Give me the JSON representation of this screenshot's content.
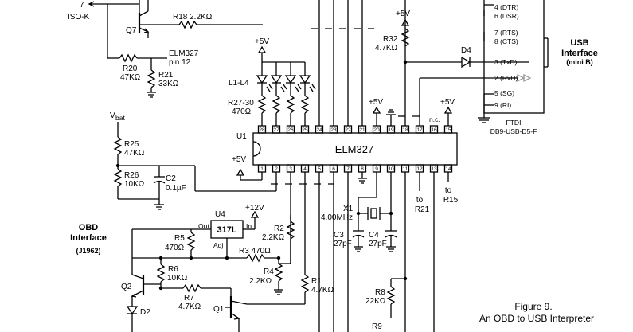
{
  "top": {
    "iso_num": "7",
    "iso_label": "ISO-K",
    "q7": "Q7",
    "r18": "R18 2.2KΩ"
  },
  "elm_pin": {
    "line1": "ELM327",
    "line2": "pin 12"
  },
  "r20": {
    "name": "R20",
    "value": "47KΩ"
  },
  "r21": {
    "name": "R21",
    "value": "33KΩ"
  },
  "supply": "+5V",
  "leds": {
    "label": "L1-L4"
  },
  "r27_30": {
    "name": "R27-30",
    "value": "470Ω"
  },
  "u1": {
    "name": "U1",
    "chip": "ELM327",
    "top_pins": [
      "28",
      "27",
      "26",
      "25",
      "24",
      "23",
      "22",
      "21",
      "20",
      "19",
      "18",
      "17",
      "16",
      "15"
    ],
    "bottom_pins": [
      "1",
      "2",
      "3",
      "4",
      "5",
      "6",
      "7",
      "8",
      "9",
      "10",
      "11",
      "12",
      "13",
      "14"
    ],
    "nc": "n.c."
  },
  "r32": {
    "name": "R32",
    "value": "4.7KΩ"
  },
  "vbat": {
    "v": "V",
    "sub": "bat"
  },
  "r25": {
    "name": "R25",
    "value": "47KΩ"
  },
  "r26": {
    "name": "R26",
    "value": "10KΩ"
  },
  "c2": {
    "name": "C2",
    "value": "0.1µF"
  },
  "to_r21": {
    "to": "to",
    "name": "R21"
  },
  "to_r15": {
    "to": "to",
    "name": "R15"
  },
  "x1": {
    "name": "X1",
    "value": "4.00MHz"
  },
  "c3": {
    "name": "C3",
    "value": "27pF"
  },
  "c4": {
    "name": "C4",
    "value": "27pF"
  },
  "obd": {
    "line1": "OBD",
    "line2": "Interface",
    "line3": "(J1962)"
  },
  "u4": {
    "name": "U4",
    "chip": "317L",
    "out": "Out",
    "in": "In",
    "adj": "Adj"
  },
  "v12": "+12V",
  "r5": {
    "name": "R5",
    "value": "470Ω"
  },
  "r2": {
    "name": "R2",
    "value": "2.2KΩ"
  },
  "r3": "R3 470Ω",
  "r6": {
    "name": "R6",
    "value": "10KΩ"
  },
  "r4": {
    "name": "R4",
    "value": "2.2KΩ"
  },
  "r1": {
    "name": "R1",
    "value": "4.7KΩ"
  },
  "q2": "Q2",
  "r7": {
    "name": "R7",
    "value": "4.7KΩ"
  },
  "q1": "Q1",
  "d2": "D2",
  "r8": {
    "name": "R8",
    "value": "22KΩ"
  },
  "r9": "R9",
  "d4": "D4",
  "usb": {
    "line1": "USB",
    "line2": "Interface",
    "line3": "(mini B)"
  },
  "db9": {
    "pins": [
      {
        "label": "4 (DTR)"
      },
      {
        "label": "6 (DSR)"
      },
      {
        "label": "7 (RTS)"
      },
      {
        "label": "8 (CTS)"
      },
      {
        "label": "3 (TxD)"
      },
      {
        "label": "2 (RxD)"
      },
      {
        "label": "5 (SG)"
      },
      {
        "label": "9 (RI)"
      }
    ],
    "brand": "FTDI",
    "model": "DB9-USB-D5-F"
  },
  "caption": {
    "line1": "Figure 9.",
    "line2": "An OBD to USB Interpreter"
  }
}
